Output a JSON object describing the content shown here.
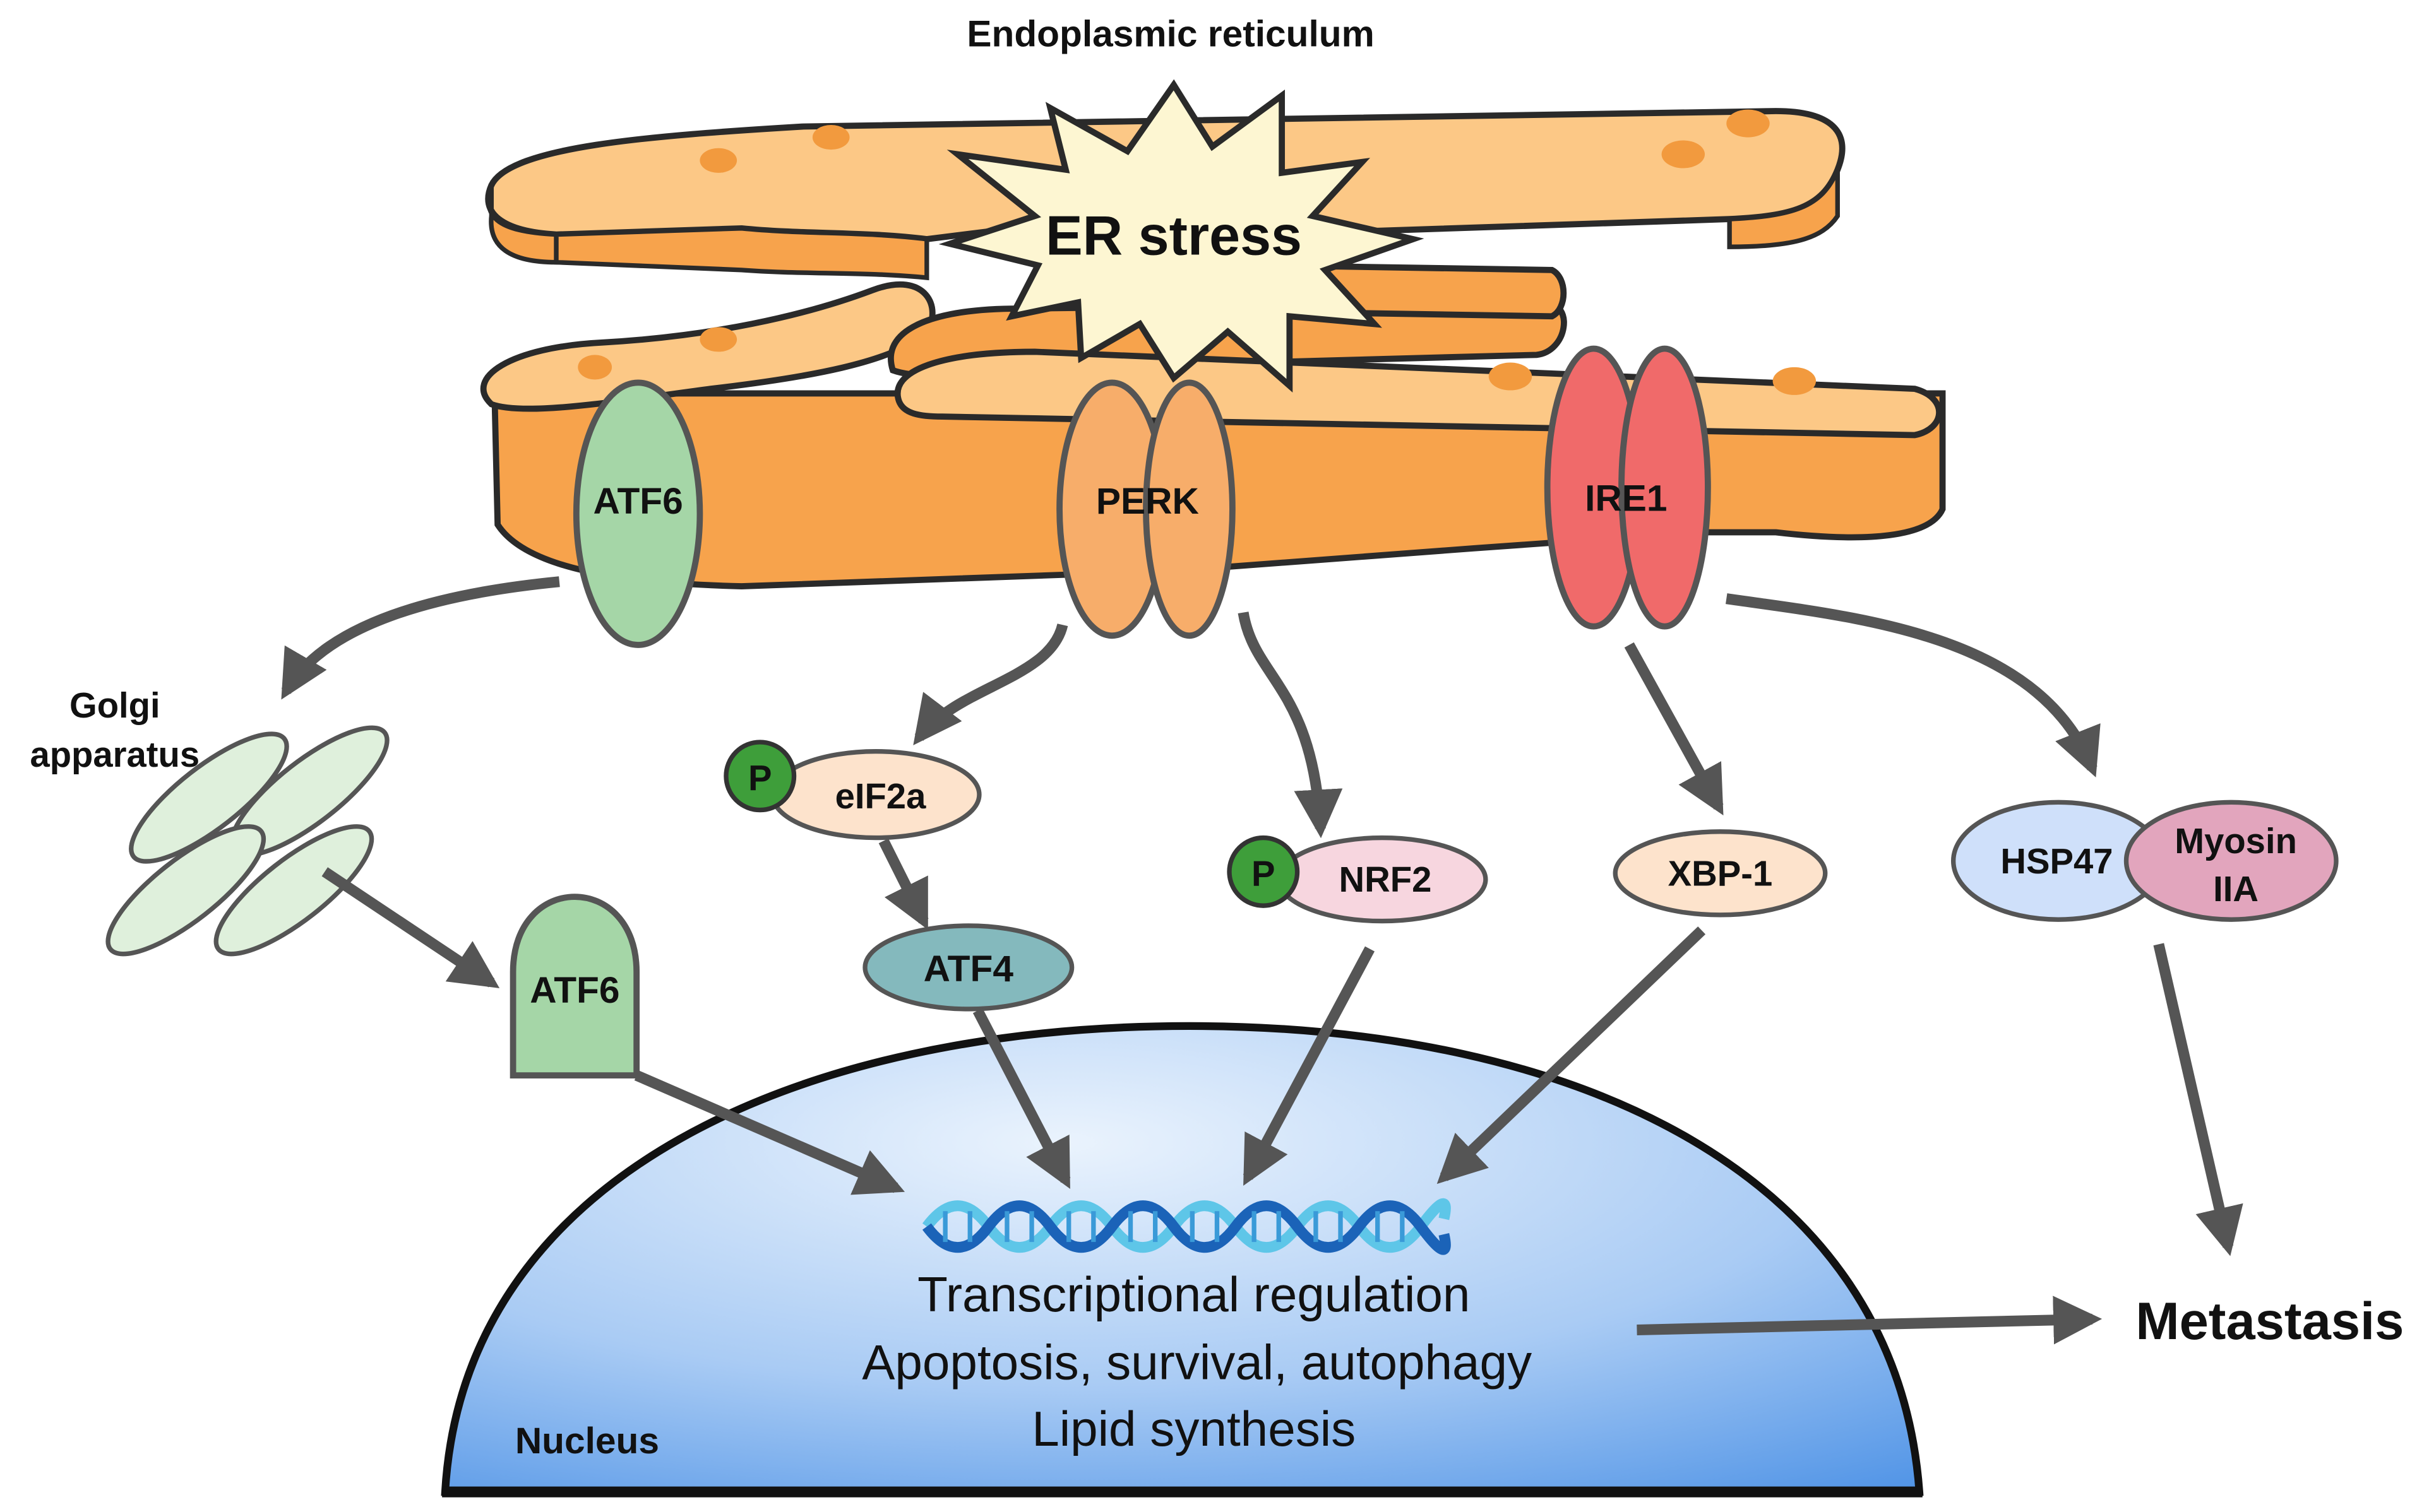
{
  "title": "Endoplasmic reticulum",
  "er_stress_label": "ER stress",
  "sensors": {
    "atf6": "ATF6",
    "perk": "PERK",
    "ire1": "IRE1"
  },
  "golgi_label_line1": "Golgi",
  "golgi_label_line2": "apparatus",
  "atf6_cleaved": "ATF6",
  "phospho_label": "P",
  "proteins": {
    "eif2a": "eIF2a",
    "atf4": "ATF4",
    "nrf2": "NRF2",
    "xbp1": "XBP-1",
    "hsp47": "HSP47",
    "myosin_line1": "Myosin",
    "myosin_line2": "IIA"
  },
  "nucleus": {
    "label": "Nucleus",
    "line1": "Transcriptional regulation",
    "line2": "Apoptosis, survival, autophagy",
    "line3": "Lipid synthesis"
  },
  "outcome": "Metastasis",
  "colors": {
    "er_band": "#f7a34c",
    "er_top": "#fcc886",
    "er_spot": "#f29a3e",
    "atf6": "#a5d6a7",
    "perk": "#f7ad6a",
    "ire1": "#f06a6a",
    "golgi": "#dff0dc",
    "phospho": "#3e9e3a",
    "eif2a": "#fde3cc",
    "atf4": "#84b9bd",
    "nrf2": "#f7d6df",
    "xbp1": "#fde3cc",
    "hsp47": "#cfe0fa",
    "myosin": "#e2a5bd",
    "nucleus_light": "#eaf3fd",
    "nucleus_dark": "#4f93e6"
  }
}
